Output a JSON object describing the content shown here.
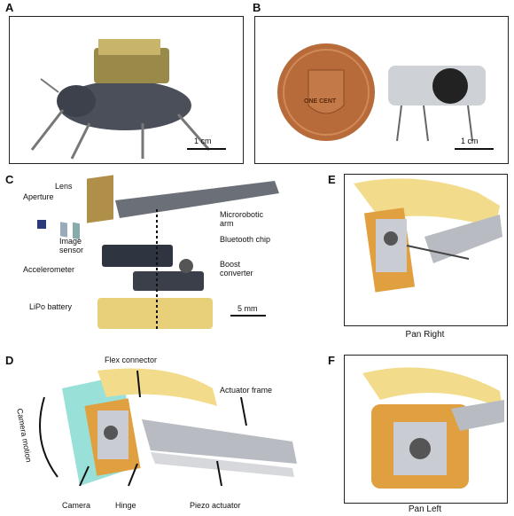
{
  "panels": {
    "A": {
      "letter": "A",
      "scale_label": "1 cm"
    },
    "B": {
      "letter": "B",
      "scale_label": "1 cm",
      "coin_text": "ONE CENT"
    },
    "C": {
      "letter": "C",
      "scale_label": "5 mm",
      "labels": {
        "aperture": "Aperture",
        "lens": "Lens",
        "image_sensor_1": "Image",
        "image_sensor_2": "sensor",
        "accelerometer": "Accelerometer",
        "lipo": "LiPo battery",
        "microrobotic_1": "Microrobotic",
        "microrobotic_2": "arm",
        "bluetooth": "Bluetooth chip",
        "boost_1": "Boost",
        "boost_2": "converter"
      }
    },
    "D": {
      "letter": "D",
      "labels": {
        "flex": "Flex connector",
        "actuator_frame": "Actuator frame",
        "camera_motion": "Camera motion",
        "camera": "Camera",
        "hinge": "Hinge",
        "piezo": "Piezo actuator"
      }
    },
    "E": {
      "letter": "E",
      "caption": "Pan Right"
    },
    "F": {
      "letter": "F",
      "caption": "Pan Left"
    }
  },
  "colors": {
    "flex_yellow": "#f2dc8c",
    "flex_orange": "#e0a040",
    "frame_gray": "#b8bcc2",
    "camera_teal": "#7fd8d0",
    "copper": "#b86b3a"
  }
}
